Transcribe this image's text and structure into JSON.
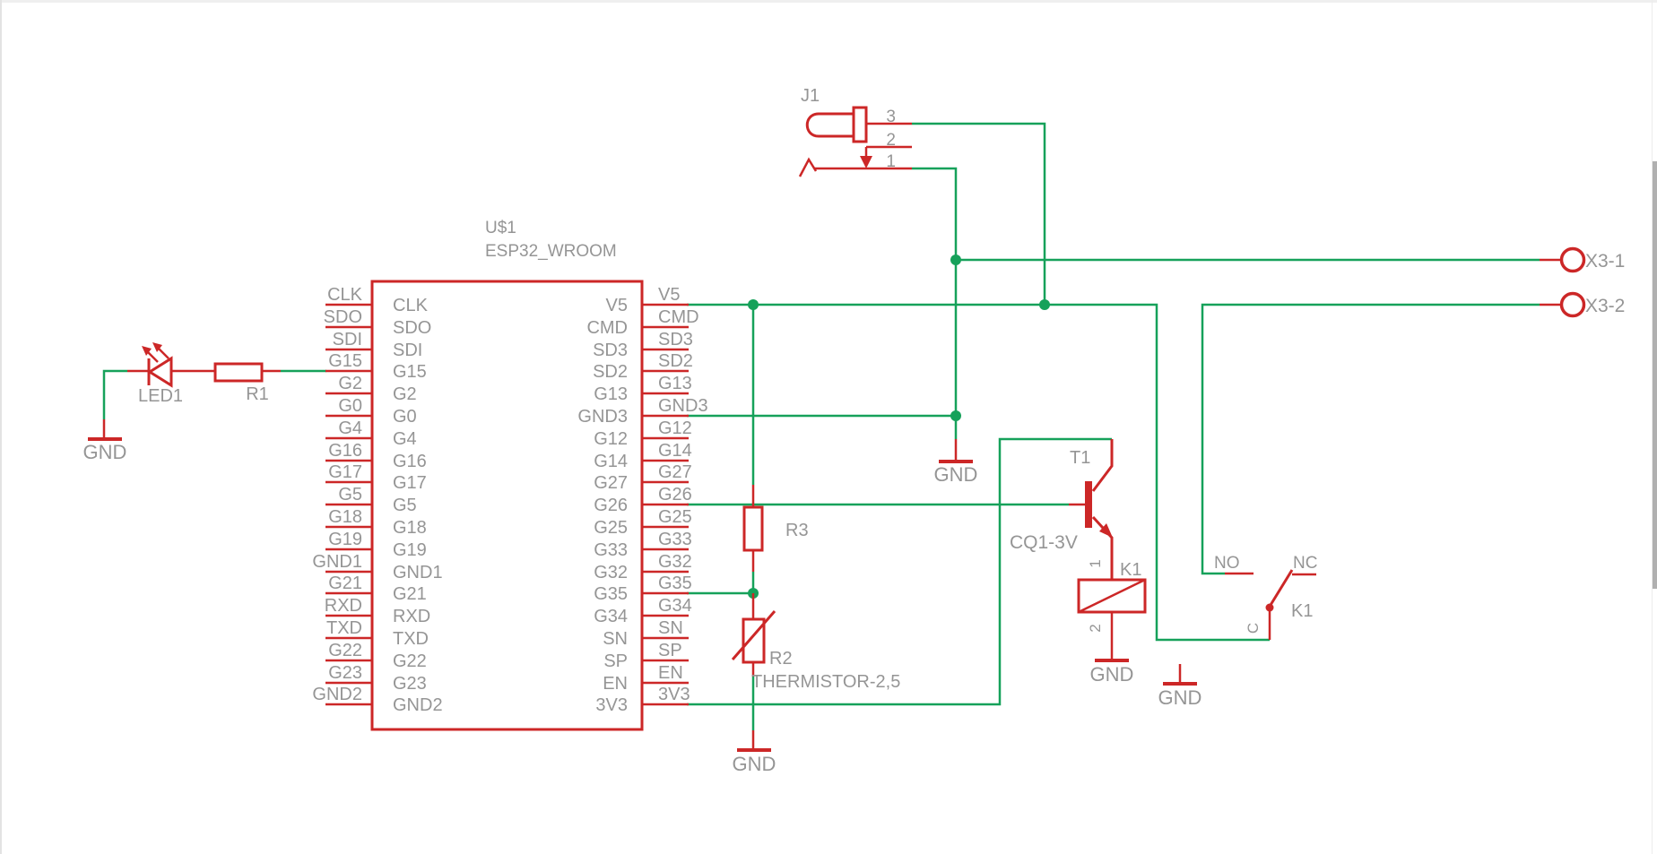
{
  "colors": {
    "wire": "#16a15a",
    "component": "#cc2727",
    "text": "#959595",
    "scroll_thumb": "#b0b0b0"
  },
  "ic": {
    "ref": "U$1",
    "value": "ESP32_WROOM",
    "left_pins": [
      "CLK",
      "SDO",
      "SDI",
      "G15",
      "G2",
      "G0",
      "G4",
      "G16",
      "G17",
      "G5",
      "G18",
      "G19",
      "GND1",
      "G21",
      "RXD",
      "TXD",
      "G22",
      "G23",
      "GND2"
    ],
    "right_pins": [
      "V5",
      "CMD",
      "SD3",
      "SD2",
      "G13",
      "GND3",
      "G12",
      "G14",
      "G27",
      "G26",
      "G25",
      "G33",
      "G32",
      "G35",
      "G34",
      "SN",
      "SP",
      "EN",
      "3V3"
    ]
  },
  "components": {
    "led1": {
      "ref": "LED1"
    },
    "r1": {
      "ref": "R1"
    },
    "r3": {
      "ref": "R3"
    },
    "r2": {
      "ref": "R2",
      "value": "THERMISTOR-2,5"
    },
    "j1": {
      "ref": "J1",
      "pin3": "3",
      "pin2": "2",
      "pin1": "1"
    },
    "t1": {
      "ref": "T1",
      "value": "CQ1-3V"
    },
    "k1_coil": {
      "ref": "K1",
      "pin1": "1",
      "pin2": "2"
    },
    "k1_contact": {
      "ref": "K1",
      "no": "NO",
      "nc": "NC",
      "common": "C"
    },
    "x3_1": {
      "label": "X3-1"
    },
    "x3_2": {
      "label": "X3-2"
    }
  },
  "gnd": {
    "led": "GND",
    "jack": "GND",
    "thermistor": "GND",
    "relay_coil": "GND",
    "contact": "GND"
  }
}
